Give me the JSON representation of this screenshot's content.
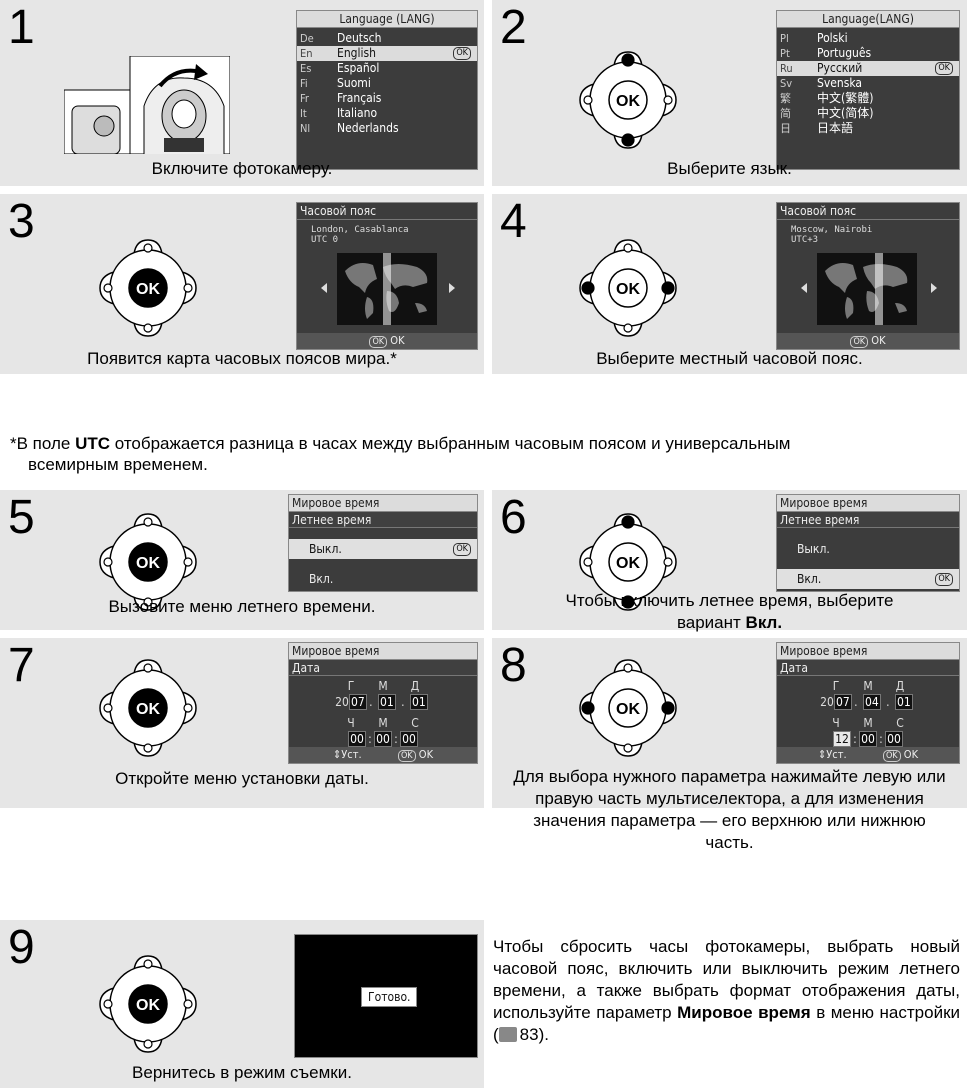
{
  "step1": {
    "number": "1",
    "caption": "Включите фотокамеру.",
    "screen_title": "Language (LANG)",
    "languages": [
      {
        "code": "De",
        "name": "Deutsch"
      },
      {
        "code": "En",
        "name": "English"
      },
      {
        "code": "Es",
        "name": "Español"
      },
      {
        "code": "Fi",
        "name": "Suomi"
      },
      {
        "code": "Fr",
        "name": "Français"
      },
      {
        "code": "It",
        "name": "Italiano"
      },
      {
        "code": "Nl",
        "name": "Nederlands"
      }
    ],
    "selected_index": 1,
    "ok_badge": "OK"
  },
  "step2": {
    "number": "2",
    "caption": "Выберите язык.",
    "screen_title": "Language(LANG)",
    "languages": [
      {
        "code": "Pl",
        "name": "Polski"
      },
      {
        "code": "Pt",
        "name": "Português"
      },
      {
        "code": "Ru",
        "name": "Русский"
      },
      {
        "code": "Sv",
        "name": "Svenska"
      },
      {
        "code": "繁",
        "name": "中文(繁體)"
      },
      {
        "code": "简",
        "name": "中文(简体)"
      },
      {
        "code": "日",
        "name": "日本語"
      }
    ],
    "selected_index": 2,
    "ok_badge": "OK",
    "multiselector_ok": "OK"
  },
  "step3": {
    "number": "3",
    "caption": "Появится карта часовых поясов мира.*",
    "screen_title": "Часовой пояс",
    "city": "London, Casablanca",
    "utc": "UTC 0",
    "footer_badge": "OK",
    "footer_text": "OK",
    "multiselector_ok": "OK"
  },
  "step4": {
    "number": "4",
    "caption": "Выберите местный часовой пояс.",
    "screen_title": "Часовой пояс",
    "city": "Moscow, Nairobi",
    "utc": "UTC+3",
    "footer_badge": "OK",
    "footer_text": "OK",
    "multiselector_ok": "OK"
  },
  "footnote": {
    "prefix": "*В поле ",
    "bold": "UTC",
    "suffix": " отображается разница в часах между выбранным часовым поясом и универсальным",
    "line2": "всемирным временем."
  },
  "step5": {
    "number": "5",
    "caption": "Вызовите меню летнего времени.",
    "screen_title": "Мировое время",
    "sub_title": "Летнее время",
    "option_off": "Выкл.",
    "option_on": "Вкл.",
    "ok_badge": "OK",
    "multiselector_ok": "OK"
  },
  "step6": {
    "number": "6",
    "caption_line1": "Чтобы включить летнее время, выберите",
    "caption_prefix": "вариант ",
    "caption_bold": "Вкл.",
    "screen_title": "Мировое время",
    "sub_title": "Летнее время",
    "option_off": "Выкл.",
    "option_on": "Вкл.",
    "ok_badge": "OK",
    "multiselector_ok": "OK"
  },
  "step7": {
    "number": "7",
    "caption": "Откройте меню установки даты.",
    "screen_title": "Мировое время",
    "sub_title": "Дата",
    "labels_top": [
      "Г",
      "М",
      "Д"
    ],
    "year_prefix": "20",
    "values_top": [
      "07",
      "01",
      "01"
    ],
    "labels_bottom": [
      "Ч",
      "М",
      "С"
    ],
    "values_bottom": [
      "00",
      "00",
      "00"
    ],
    "footer_set": "Уст.",
    "footer_badge": "OK",
    "footer_text": "OK",
    "multiselector_ok": "OK"
  },
  "step8": {
    "number": "8",
    "caption": "Для выбора нужного параметра нажимайте левую или правую часть мультиселектора, а для изменения значения параметра — его верхнюю или нижнюю часть.",
    "screen_title": "Мировое время",
    "sub_title": "Дата",
    "labels_top": [
      "Г",
      "М",
      "Д"
    ],
    "year_prefix": "20",
    "values_top": [
      "07",
      "04",
      "01"
    ],
    "labels_bottom": [
      "Ч",
      "М",
      "С"
    ],
    "values_bottom": [
      "12",
      "00",
      "00"
    ],
    "footer_set": "Уст.",
    "footer_badge": "OK",
    "footer_text": "OK",
    "multiselector_ok": "OK"
  },
  "step9": {
    "number": "9",
    "caption": "Вернитесь в режим съемки.",
    "done_label": "Готово.",
    "multiselector_ok": "OK"
  },
  "side_note": {
    "text_before": "Чтобы сбросить часы фотокамеры, выбрать новый часовой пояс, включить или выключить режим летнего времени, а также выбрать формат отображения даты, используйте параметр ",
    "bold": "Мировое время",
    "text_after": " в меню настройки (",
    "page_ref": "83",
    "close": ")."
  },
  "colors": {
    "panel_bg": "#e6e6e6",
    "screen_bg": "#3c3c3c",
    "highlight": "#dcdcdc"
  }
}
